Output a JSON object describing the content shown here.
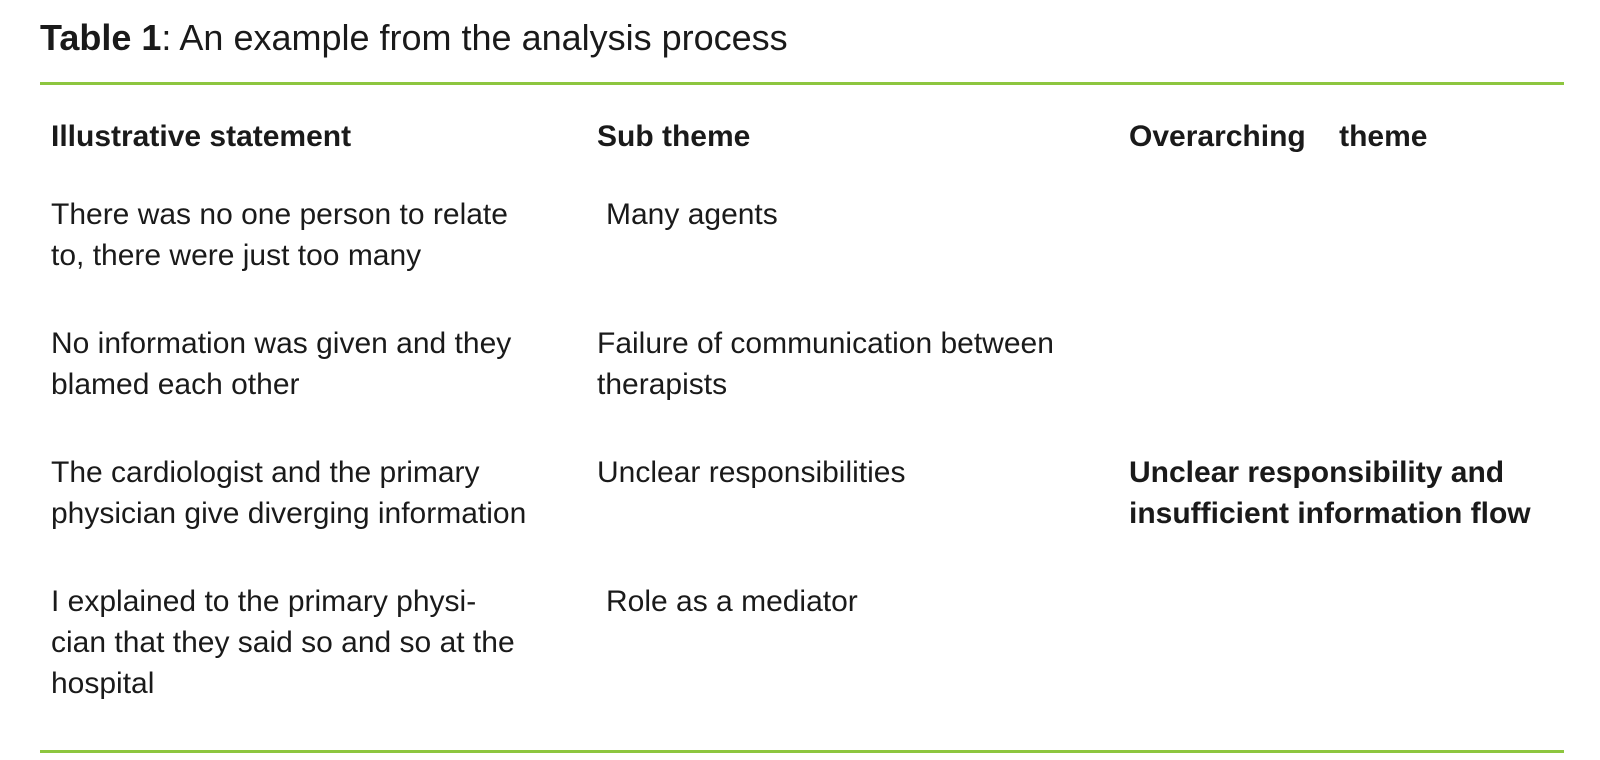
{
  "caption": {
    "label": "Table 1",
    "text": ": An example from the analysis process"
  },
  "table": {
    "headers": [
      "Illustrative statement",
      "Sub theme",
      "Overarching    theme"
    ],
    "rows": [
      {
        "statement": [
          "There was no one person to relate",
          "to, there were just too many"
        ],
        "sub_theme": [
          "Many agents"
        ],
        "overarching_theme": []
      },
      {
        "statement": [
          "No information was given and they",
          "blamed each other"
        ],
        "sub_theme": [
          "Failure of communication between",
          "therapists"
        ],
        "overarching_theme": []
      },
      {
        "statement": [
          "The cardiologist and the primary",
          "physician give diverging information"
        ],
        "sub_theme": [
          "Unclear responsibilities"
        ],
        "overarching_theme": [
          "Unclear responsibility and",
          "insufficient information flow"
        ]
      },
      {
        "statement": [
          "I explained to the primary physi-",
          "cian that they said so and so at the",
          "hospital"
        ],
        "sub_theme": [
          "Role as a mediator"
        ],
        "overarching_theme": []
      }
    ]
  },
  "colors": {
    "rule": "#8dc63f",
    "text": "#1a1a1a"
  }
}
